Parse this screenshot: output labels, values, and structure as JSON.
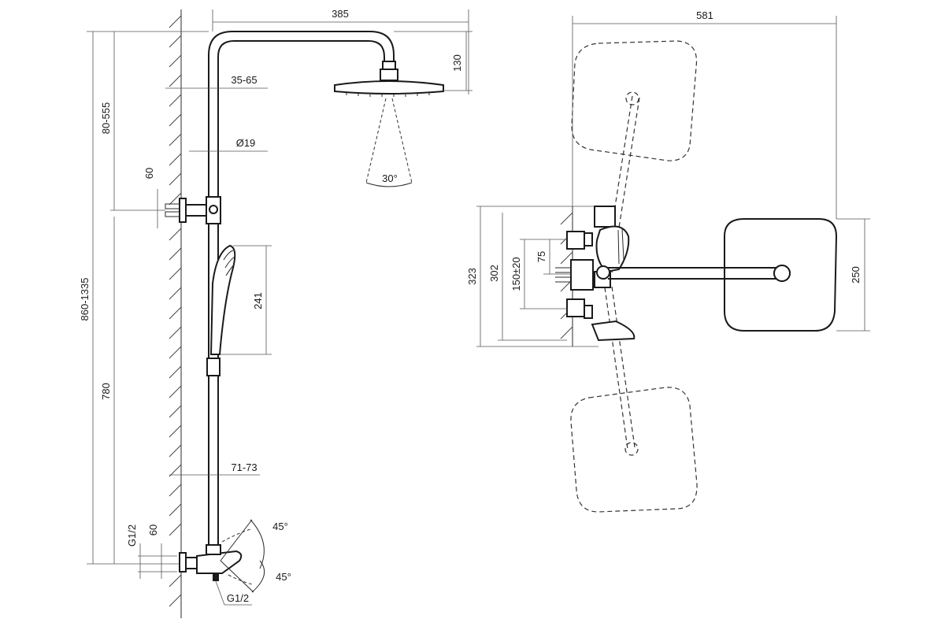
{
  "side_view": {
    "dims": {
      "arm_length": "385",
      "head_height": "130",
      "wall_offset_top": "35-65",
      "pipe_diameter": "Ø19",
      "spray_angle": "30°",
      "holder_height": "60",
      "arm_adjust": "80-555",
      "total_height": "860-1335",
      "hand_shower": "241",
      "lower_height": "780",
      "wall_offset_bottom": "71-73",
      "thread_left": "G1/2",
      "inlet_height": "60",
      "angle_up": "45°",
      "angle_down": "45°",
      "thread_bottom": "G1/2"
    }
  },
  "top_view": {
    "dims": {
      "width_total": "581",
      "depth_323": "323",
      "depth_302": "302",
      "spacing": "150±20",
      "offset": "75",
      "head_size": "250"
    }
  }
}
